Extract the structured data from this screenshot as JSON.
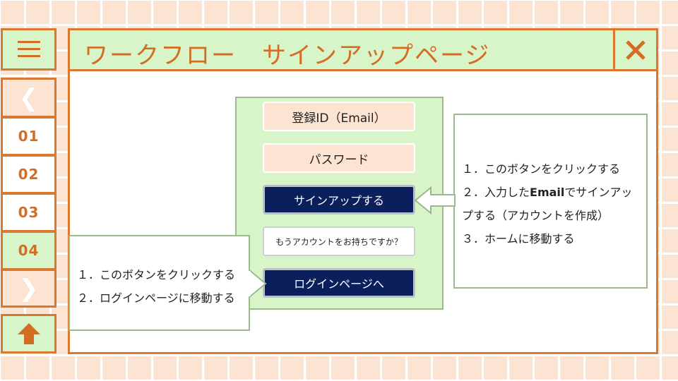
{
  "title": "ワークフロー　サインアップページ",
  "sidebar": {
    "menu_icon": "hamburger-menu-icon",
    "prev_glyph": "❮",
    "next_glyph": "❯",
    "items": [
      {
        "label": "01"
      },
      {
        "label": "02"
      },
      {
        "label": "03"
      },
      {
        "label": "04"
      }
    ],
    "up_icon": "up-arrow-icon"
  },
  "close_icon": "close-icon",
  "form": {
    "email_field": "登録ID（Email）",
    "password_field": "パスワード",
    "signup_button": "サインアップする",
    "account_question": "もうアカウントをお持ちですか？",
    "login_button": "ログインページへ"
  },
  "callout_signup": {
    "line1": "１．このボタンをクリックする",
    "line2_pre": "２．入力した",
    "line2_em": "Email",
    "line2_post": "でサインアッ",
    "line3": "プする（アカウントを作成）",
    "line4": "３．ホームに移動する"
  },
  "callout_login": {
    "line1": "１．このボタンをクリックする",
    "line2": "２．ログインページに移動する"
  },
  "colors": {
    "accent_orange": "#d9782e",
    "panel_green": "#d7f5c9",
    "field_peach": "#fde3d2",
    "button_navy": "#0a1f5c",
    "callout_border": "#9cb88c"
  }
}
